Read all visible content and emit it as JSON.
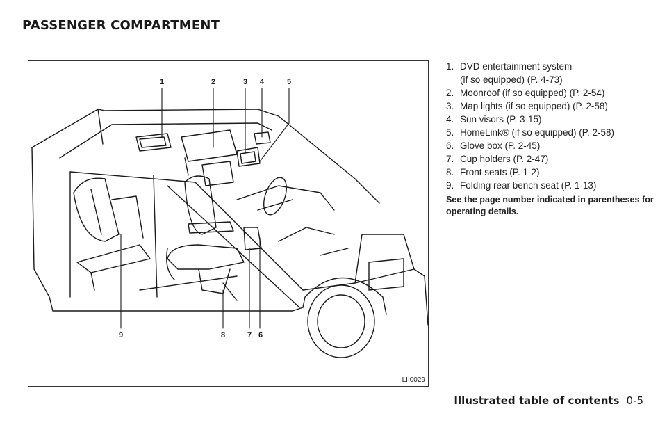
{
  "header": {
    "title": "PASSENGER COMPARTMENT"
  },
  "figure": {
    "code": "LII0029",
    "callouts": [
      "1",
      "2",
      "3",
      "4",
      "5",
      "6",
      "7",
      "8",
      "9"
    ]
  },
  "legend": {
    "items": [
      {
        "num": "1.",
        "text": "DVD entertainment system",
        "sub": "(if so equipped) (P. 4-73)"
      },
      {
        "num": "2.",
        "text": "Moonroof (if so equipped) (P. 2-54)"
      },
      {
        "num": "3.",
        "text": "Map lights (if so equipped) (P. 2-58)"
      },
      {
        "num": "4.",
        "text": "Sun visors (P. 3-15)"
      },
      {
        "num": "5.",
        "text": "HomeLink® (if so equipped) (P. 2-58)"
      },
      {
        "num": "6.",
        "text": "Glove box (P. 2-45)"
      },
      {
        "num": "7.",
        "text": "Cup holders (P. 2-47)"
      },
      {
        "num": "8.",
        "text": "Front seats (P. 1-2)"
      },
      {
        "num": "9.",
        "text": "Folding rear bench seat (P. 1-13)"
      }
    ],
    "note": "See the page number indicated in parentheses for operating details."
  },
  "footer": {
    "section": "Illustrated table of contents",
    "page": "0-5"
  }
}
